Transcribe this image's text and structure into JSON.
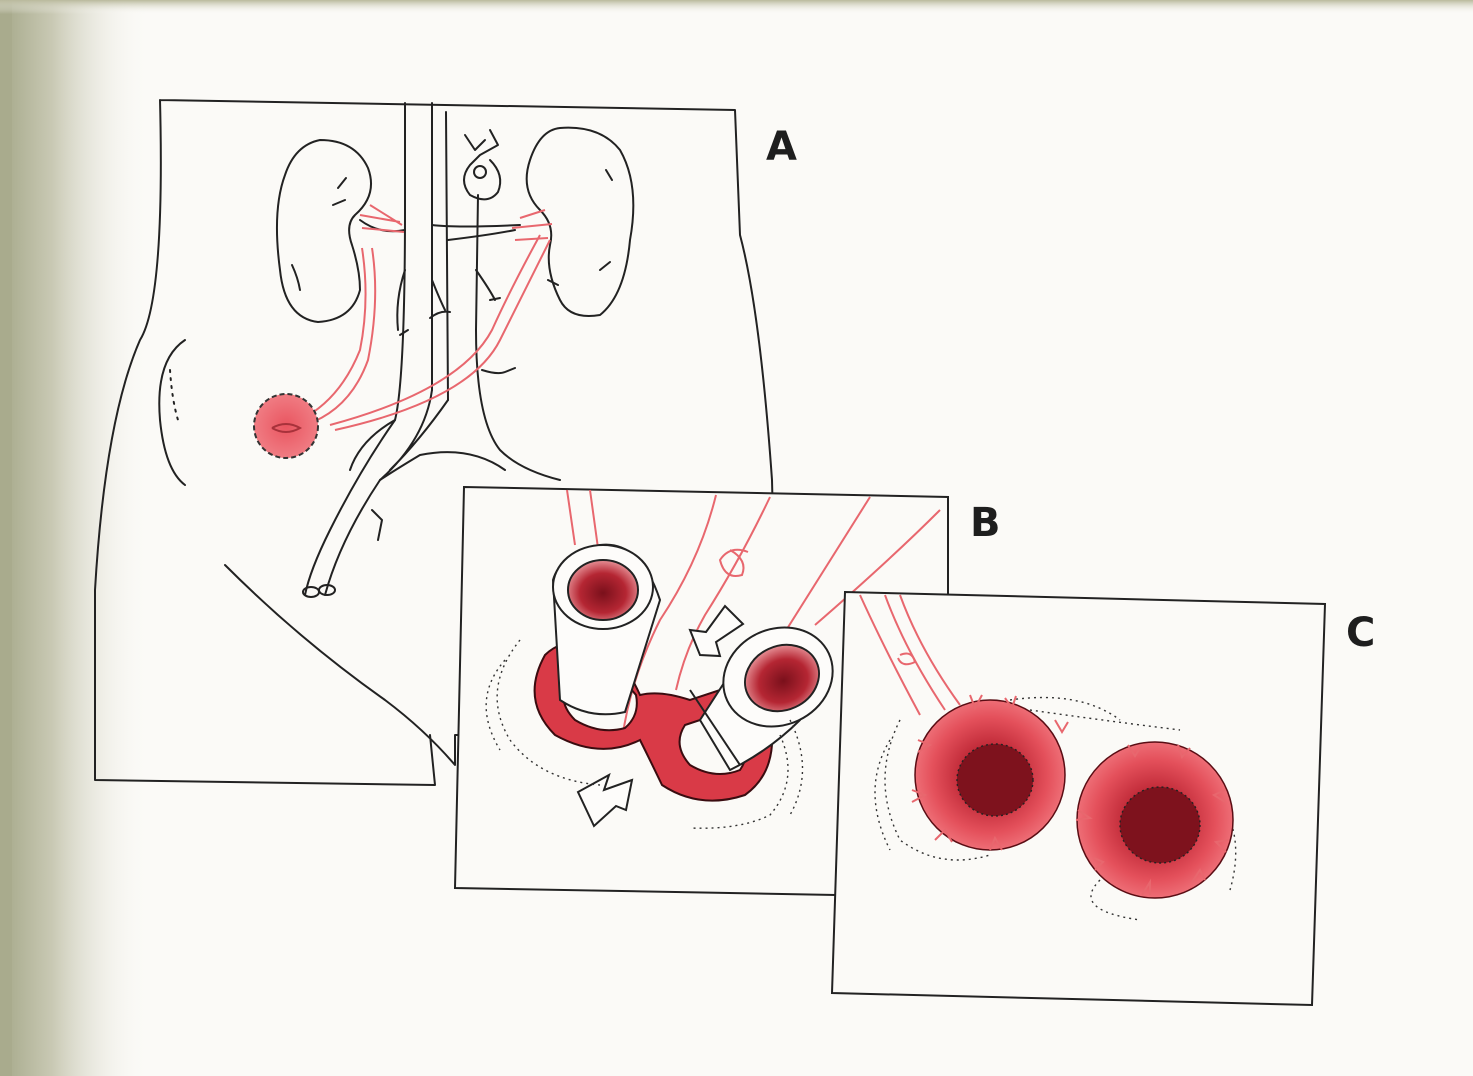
{
  "figure": {
    "panels": [
      {
        "label": "A"
      },
      {
        "label": "B"
      },
      {
        "label": "C"
      }
    ],
    "colors": {
      "page_edge": "#a5a889",
      "paper": "#fbfaf7",
      "ink": "#222222",
      "nerve_red": "#e8676e",
      "tissue_red": "#d93a47",
      "dark_red": "#8e1a24",
      "light_red": "#f08a8f"
    }
  }
}
